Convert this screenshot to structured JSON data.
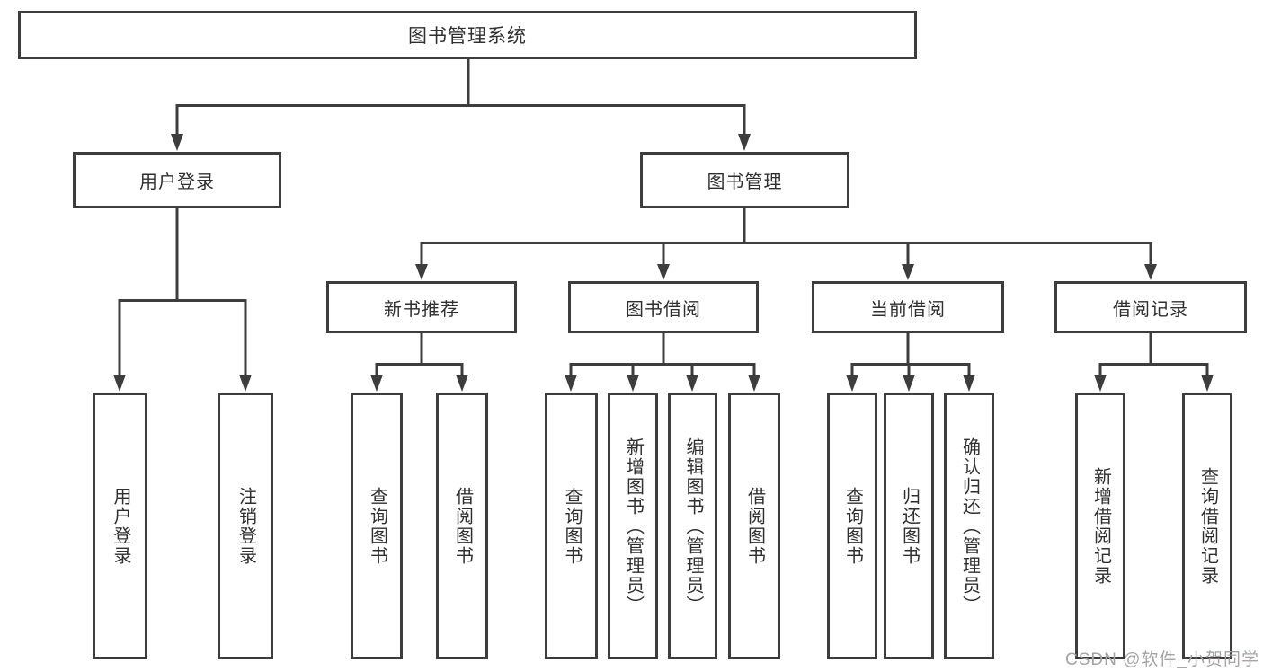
{
  "tree": {
    "root": {
      "label": "图书管理系统"
    },
    "branches": [
      {
        "label": "用户登录",
        "children": [
          {
            "label": "用户登录"
          },
          {
            "label": "注销登录"
          }
        ]
      },
      {
        "label": "图书管理",
        "children": [
          {
            "label": "新书推荐",
            "children": [
              {
                "label": "查询图书"
              },
              {
                "label": "借阅图书"
              }
            ]
          },
          {
            "label": "图书借阅",
            "children": [
              {
                "label": "查询图书"
              },
              {
                "label": "新增图书（管理员）"
              },
              {
                "label": "编辑图书（管理员）"
              },
              {
                "label": "借阅图书"
              }
            ]
          },
          {
            "label": "当前借阅",
            "children": [
              {
                "label": "查询图书"
              },
              {
                "label": "归还图书"
              },
              {
                "label": "确认归还（管理员）"
              }
            ]
          },
          {
            "label": "借阅记录",
            "children": [
              {
                "label": "新增借阅记录"
              },
              {
                "label": "查询借阅记录"
              }
            ]
          }
        ]
      }
    ]
  },
  "watermark": {
    "text": "CSDN @软件_小贺同学"
  },
  "colors": {
    "line": "#3d3d3d",
    "text": "#2f2f2f",
    "watermark": "#a8a3a3",
    "background": "#ffffff"
  }
}
